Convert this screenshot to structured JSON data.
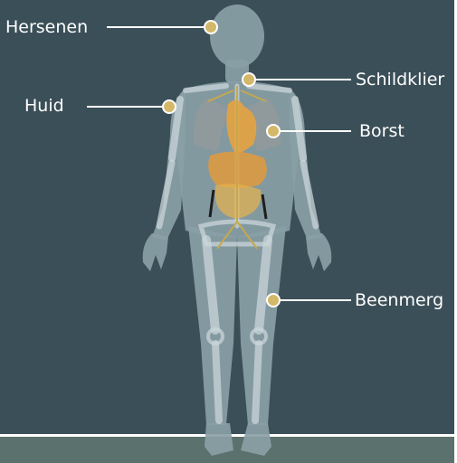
{
  "labels": {
    "brain": "Hersenen",
    "skin": "Huid",
    "thyroid": "Schildklier",
    "breast": "Borst",
    "bone_marrow": "Beenmerg"
  },
  "colors": {
    "background": "#3b4f58",
    "body": "#8a9fa6",
    "marker": "#d4b86a",
    "leader_line": "#ffffff",
    "organs": "#e2a24a"
  }
}
